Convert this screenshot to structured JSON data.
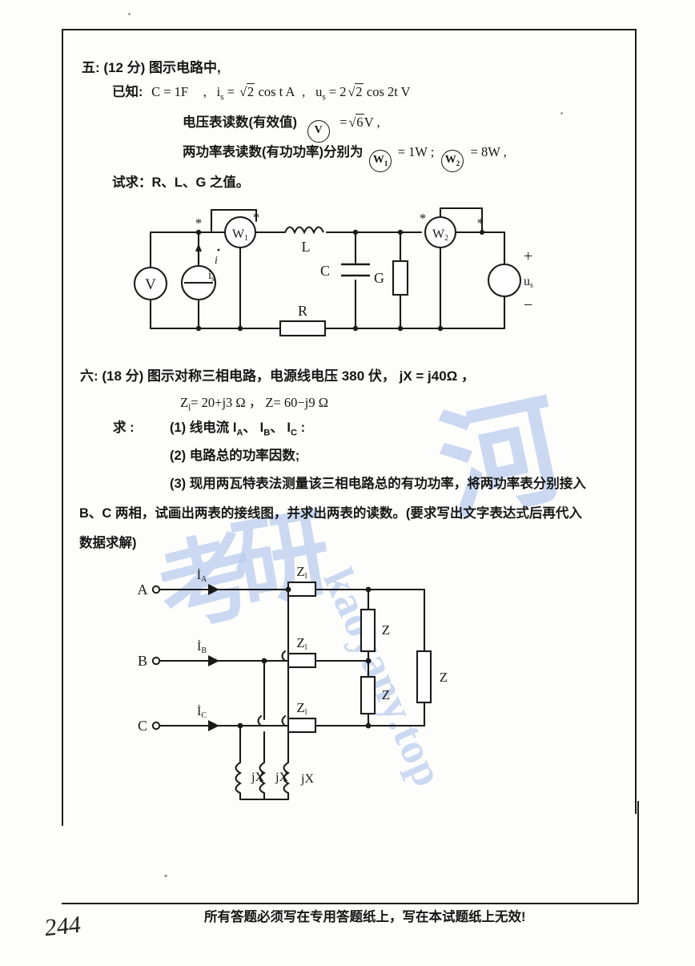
{
  "page": {
    "footer_note": "所有答题必须写在专用答题纸上，写在本试题纸上无效!",
    "page_number_handwritten": "244",
    "watermarks": [
      {
        "text": "河",
        "kind": "cjk"
      },
      {
        "text": "考",
        "kind": "cjk"
      },
      {
        "text": "研",
        "kind": "cjk"
      },
      {
        "text": "kaoyany.top",
        "kind": "latin"
      }
    ]
  },
  "question5": {
    "heading": "五: (12 分)  图示电路中,",
    "given_label": "已知:",
    "given_C": "C = 1F",
    "given_is_prefix": "i",
    "given_is_sub": "s",
    "given_is_eq": "=",
    "given_is_root": "2",
    "given_is_tail": "cos t  A",
    "given_us_prefix": "u",
    "given_us_sub": "s",
    "given_us_eq": "= 2",
    "given_us_root": "2",
    "given_us_tail": "cos 2t  V",
    "voltmeter_line_label": "电压表读数(有效值)",
    "voltmeter_symbol": "V",
    "voltmeter_eq": "=",
    "voltmeter_root": "6",
    "voltmeter_unit": "V ,",
    "wattmeter_line_label": "两功率表读数(有功功率)分别为",
    "wattmeter_1_symbol": "W",
    "wattmeter_1_sub": "1",
    "wattmeter_1_value": "= 1W ;",
    "wattmeter_2_symbol": "W",
    "wattmeter_2_sub": "2",
    "wattmeter_2_value": "= 8W  ,",
    "ask_line": "试求：R、L、G 之值。",
    "circuit": {
      "voltmeter": "V",
      "source_current": "i",
      "source_current_sub": "s",
      "current_arrow_label": "i",
      "wattmeter1": "W",
      "wattmeter1_sub": "1",
      "wattmeter2": "W",
      "wattmeter2_sub": "2",
      "inductor": "L",
      "capacitor": "C",
      "conductance": "G",
      "resistor": "R",
      "source_voltage": "u",
      "source_voltage_sub": "s",
      "plus": "+",
      "minus": "−",
      "polarity_mark": "*"
    }
  },
  "question6": {
    "heading": "六: (18 分)  图示对称三相电路，电源线电压 380 伏，  jX = j40Ω ，",
    "impedances_line": "Z",
    "impedances_l_sub": "l",
    "impedances_line_rest": "= 20+j3 Ω ，   Z= 60−j9 Ω",
    "ask_label": "求 :",
    "item1_prefix": "(1) 线电流 I",
    "item1_a": "A",
    "item1_mid1": "、 I",
    "item1_b": "B",
    "item1_mid2": "、 I",
    "item1_c": "C",
    "item1_tail": " :",
    "item2": "(2) 电路总的功率因数;",
    "item3": "(3) 现用两瓦特表法测量该三相电路总的有功功率，将两功率表分别接入",
    "item3_cont": "B、C 两相，试画出两表的接线图，并求出两表的读数。(要求写出文字表达式后再代入",
    "item3_cont2": "数据求解)",
    "circuit": {
      "terminal_a": "A",
      "terminal_b": "B",
      "terminal_c": "C",
      "current_a": "I",
      "current_a_sub": "A",
      "current_b": "I",
      "current_b_sub": "B",
      "current_c": "I",
      "current_c_sub": "C",
      "zl_1": "Z",
      "zl_1_sub": "l",
      "zl_2": "Z",
      "zl_2_sub": "l",
      "zl_3": "Z",
      "zl_3_sub": "l",
      "z_top": "Z",
      "z_mid": "Z",
      "z_right": "Z",
      "jx_1": "jX",
      "jx_2": "jX",
      "jx_3": "jX"
    }
  }
}
